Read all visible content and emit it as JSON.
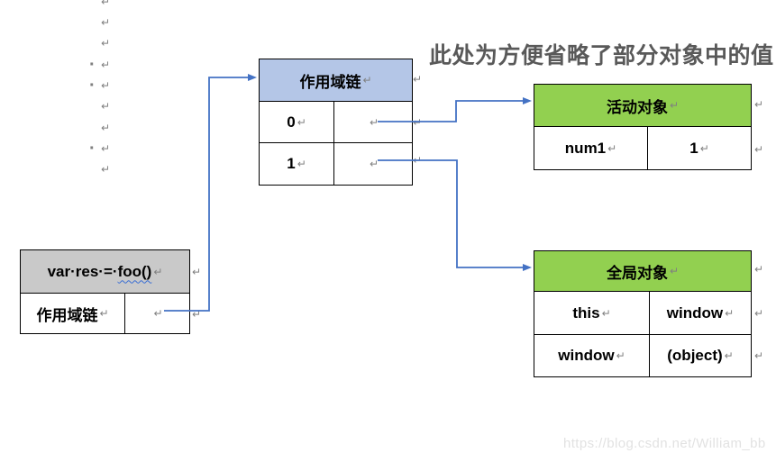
{
  "annotation": {
    "text": "此处为方便省略了部分对象中的值"
  },
  "watermark": {
    "text": "https://blog.csdn.net/William_bb"
  },
  "glyphs": {
    "pilcrow": "↵",
    "space_dot": "·"
  },
  "colors": {
    "accent_blue": "#B4C6E7",
    "green": "#92D050",
    "gray": "#C9C9C9",
    "arrow_blue": "#4472C4",
    "annotation_gray": "#595959",
    "mark_gray": "#808080",
    "watermark_gray": "#E2E2E2",
    "squiggle_blue": "#3B6FD4",
    "border_black": "#000000"
  },
  "scope_chain_table": {
    "title": "作用域链",
    "rows": [
      {
        "index": "0"
      },
      {
        "index": "1"
      }
    ]
  },
  "call_table": {
    "title_code": "var·res·=·",
    "title_call": "foo()",
    "rows": [
      {
        "label": "作用域链"
      }
    ]
  },
  "active_object_table": {
    "title": "活动对象",
    "rows": [
      {
        "key": "num1",
        "value": "1"
      }
    ]
  },
  "global_object_table": {
    "title": "全局对象",
    "rows": [
      {
        "key": "this",
        "value": "window"
      },
      {
        "key": "window",
        "value": "(object)"
      }
    ]
  }
}
